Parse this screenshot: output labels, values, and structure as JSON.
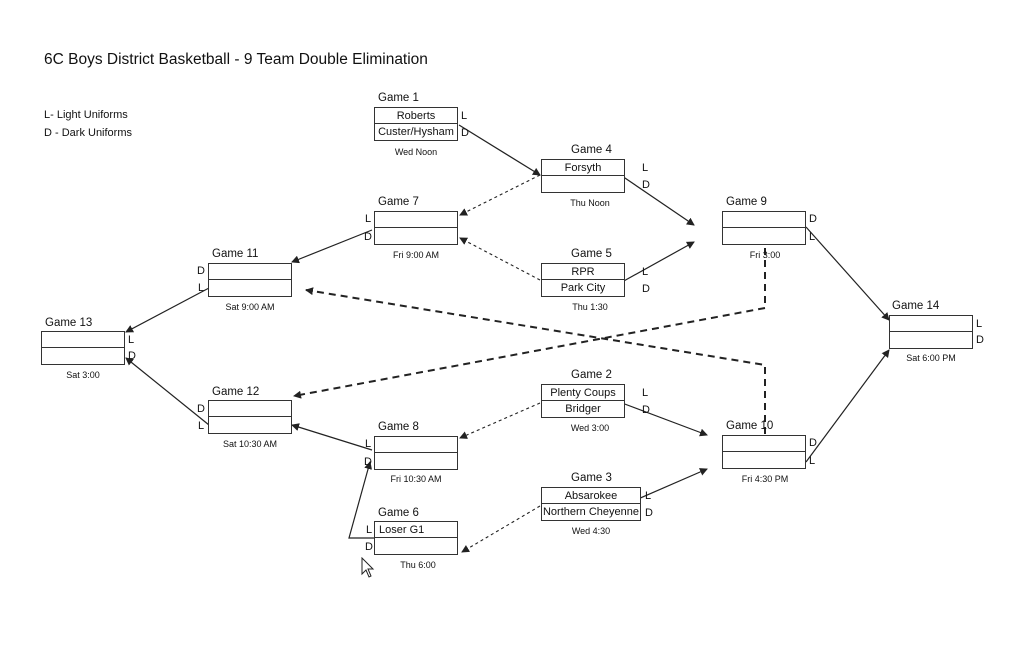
{
  "title": "6C Boys District Basketball - 9 Team Double Elimination",
  "legend": {
    "light": "L- Light Uniforms",
    "dark": "D - Dark Uniforms"
  },
  "games": {
    "g1": {
      "label": "Game 1",
      "top": "Roberts",
      "bottom": "Custer/Hysham",
      "top_side": "L",
      "bottom_side": "D",
      "time": "Wed Noon"
    },
    "g2": {
      "label": "Game 2",
      "top": "Plenty Coups",
      "bottom": "Bridger",
      "top_side": "L",
      "bottom_side": "D",
      "time": "Wed 3:00"
    },
    "g3": {
      "label": "Game 3",
      "top": "Absarokee",
      "bottom": "Northern Cheyenne",
      "top_side": "L",
      "bottom_side": "D",
      "time": "Wed 4:30"
    },
    "g4": {
      "label": "Game 4",
      "top": "Forsyth",
      "bottom": "",
      "top_side": "L",
      "bottom_side": "D",
      "time": "Thu Noon"
    },
    "g5": {
      "label": "Game 5",
      "top": "RPR",
      "bottom": "Park City",
      "top_side": "L",
      "bottom_side": "D",
      "time": "Thu 1:30"
    },
    "g6": {
      "label": "Game 6",
      "top": "Loser G1",
      "bottom": "",
      "top_side": "L",
      "bottom_side": "D",
      "time": "Thu 6:00"
    },
    "g7": {
      "label": "Game 7",
      "top": "",
      "bottom": "",
      "top_side": "L",
      "bottom_side": "D",
      "time": "Fri 9:00 AM"
    },
    "g8": {
      "label": "Game 8",
      "top": "",
      "bottom": "",
      "top_side": "L",
      "bottom_side": "D",
      "time": "Fri 10:30 AM"
    },
    "g9": {
      "label": "Game 9",
      "top": "",
      "bottom": "",
      "top_side": "D",
      "bottom_side": "L",
      "time": "Fri 3:00"
    },
    "g10": {
      "label": "Game 10",
      "top": "",
      "bottom": "",
      "top_side": "D",
      "bottom_side": "L",
      "time": "Fri 4:30 PM"
    },
    "g11": {
      "label": "Game 11",
      "top": "",
      "bottom": "",
      "top_side": "D",
      "bottom_side": "L",
      "time": "Sat 9:00 AM"
    },
    "g12": {
      "label": "Game 12",
      "top": "",
      "bottom": "",
      "top_side": "D",
      "bottom_side": "L",
      "time": "Sat 10:30 AM"
    },
    "g13": {
      "label": "Game 13",
      "top": "",
      "bottom": "",
      "top_side": "L",
      "bottom_side": "D",
      "time": "Sat 3:00"
    },
    "g14": {
      "label": "Game 14",
      "top": "",
      "bottom": "",
      "top_side": "L",
      "bottom_side": "D",
      "time": "Sat 6:00 PM"
    }
  }
}
